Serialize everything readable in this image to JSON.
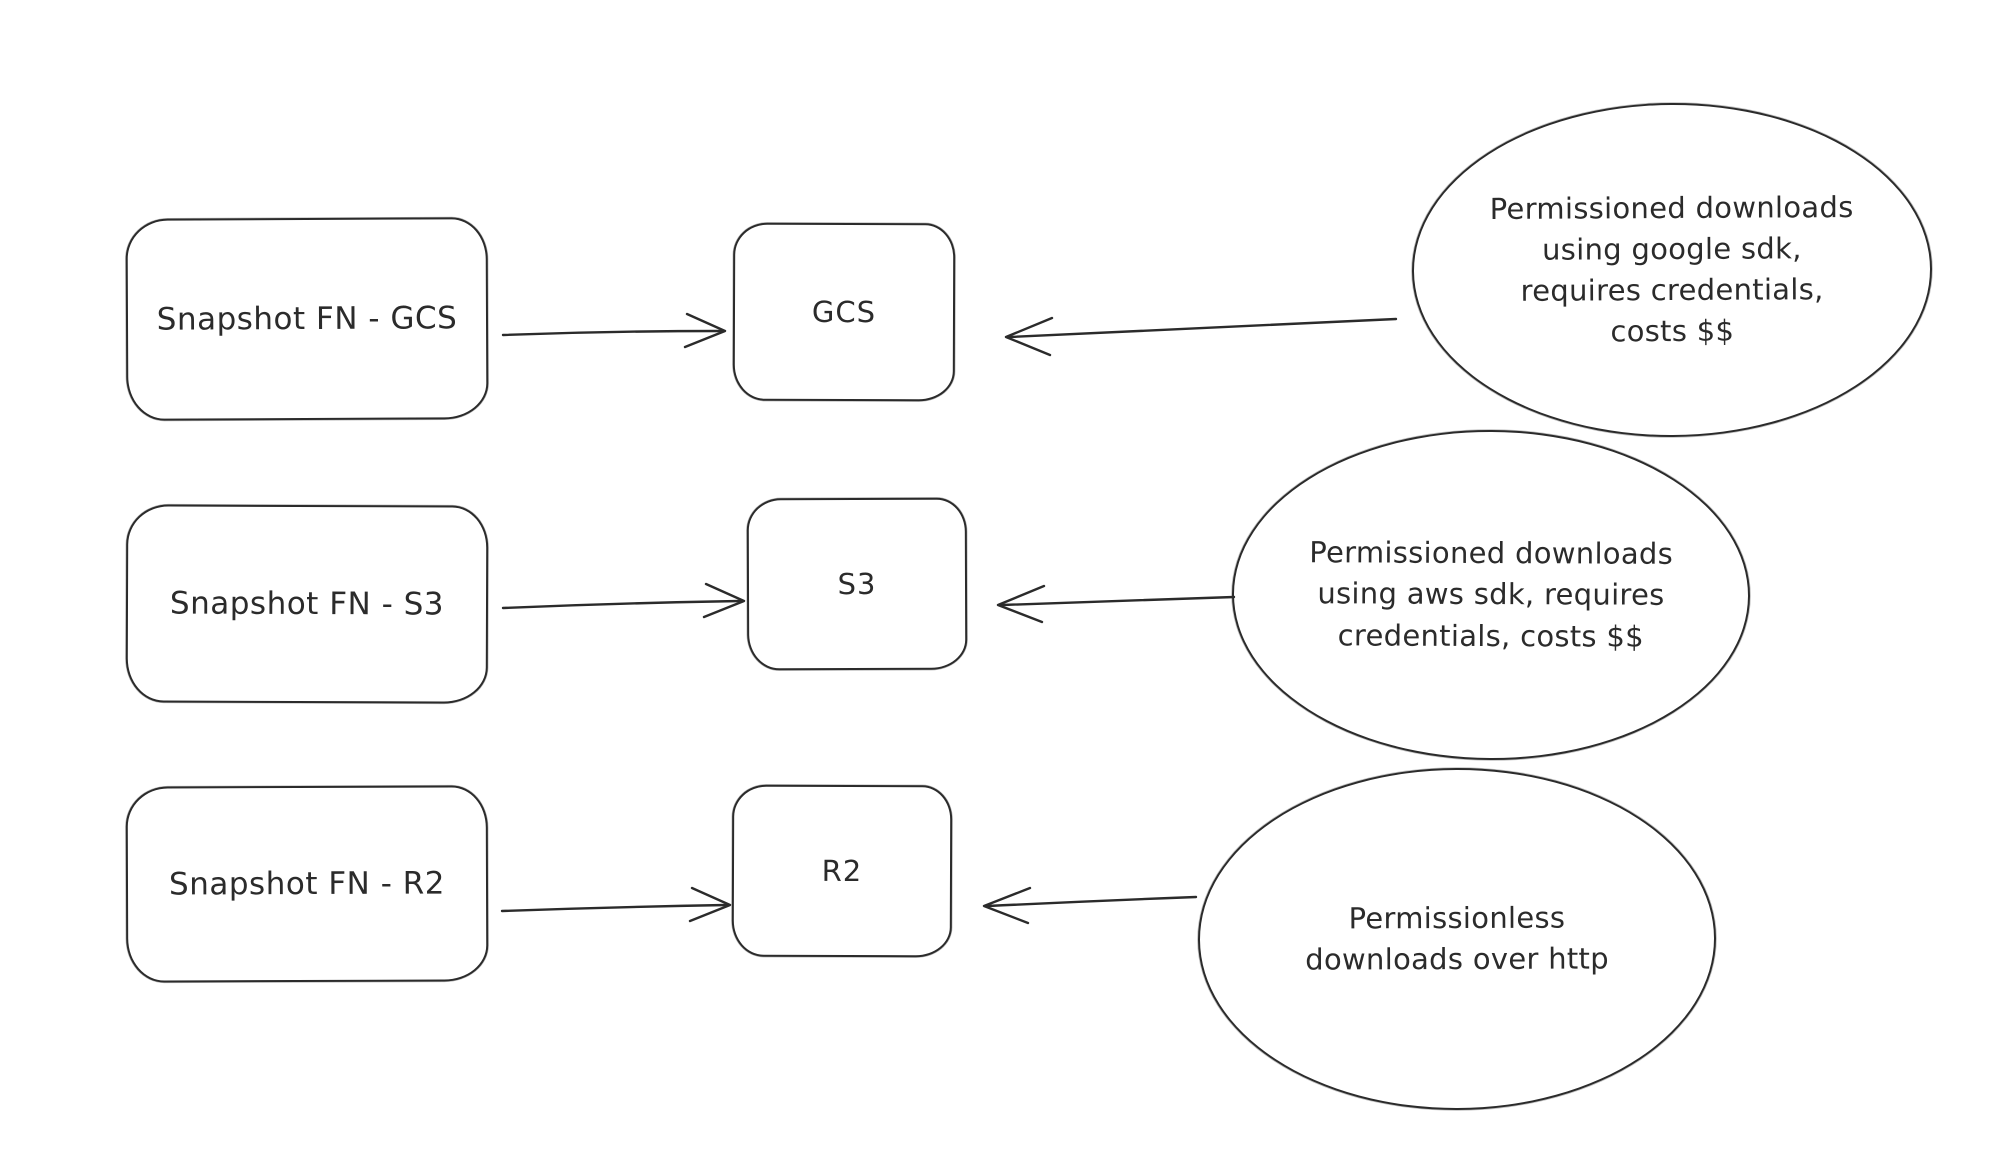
{
  "diagram": {
    "rows": [
      {
        "source_label": "Snapshot FN - GCS",
        "target_label": "GCS",
        "note": "Permissioned downloads\nusing google sdk,\nrequires credentials,\ncosts $$"
      },
      {
        "source_label": "Snapshot FN - S3",
        "target_label": "S3",
        "note": "Permissioned downloads\nusing aws sdk, requires\ncredentials, costs $$"
      },
      {
        "source_label": "Snapshot FN - R2",
        "target_label": "R2",
        "note": "Permissionless\ndownloads over http"
      }
    ],
    "stroke_color": "#2b2b2b",
    "background_color": "#ffffff"
  }
}
